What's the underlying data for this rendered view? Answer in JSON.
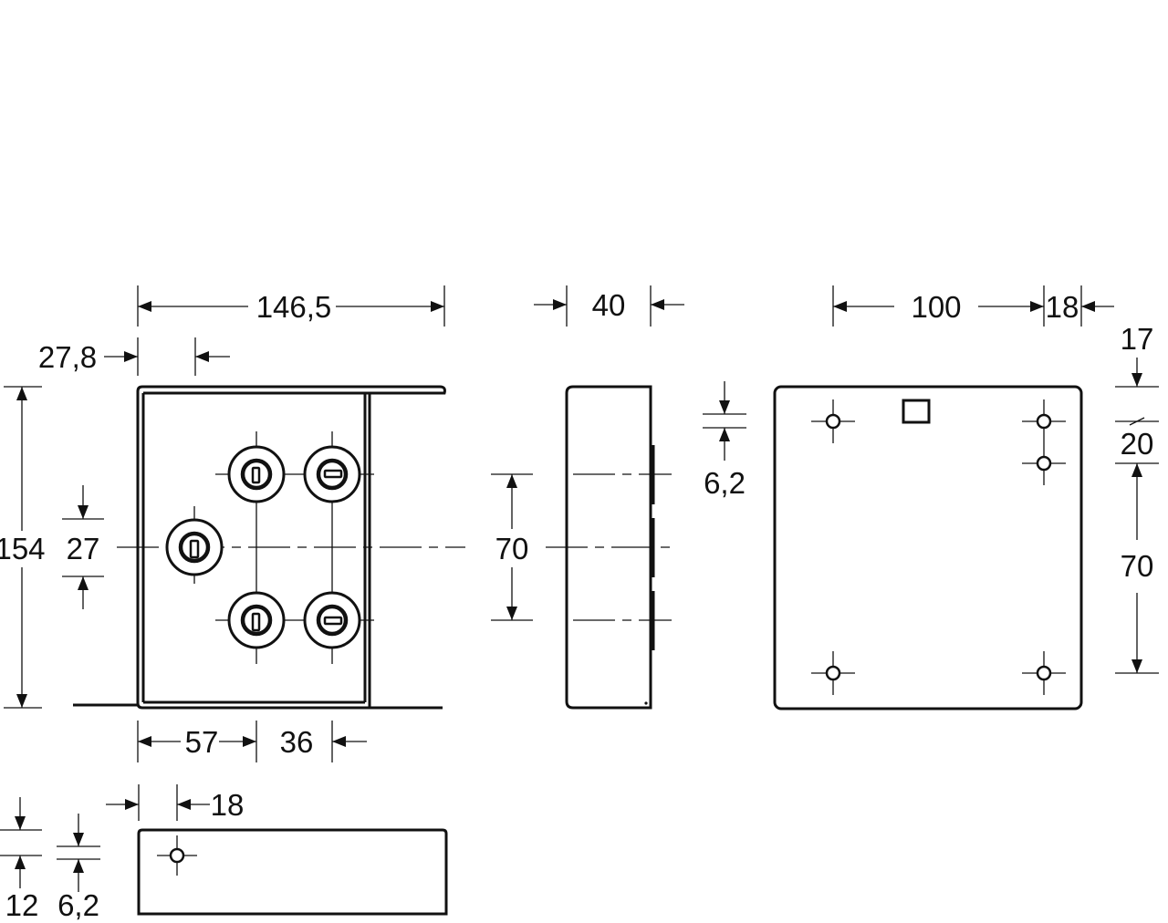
{
  "dimensions": {
    "front_width": "146,5",
    "front_offset": "27,8",
    "front_height": "154",
    "knob_spacing_vertical": "27",
    "knob_x_57": "57",
    "knob_x_36": "36",
    "side_depth": "40",
    "side_pitch": "70",
    "side_offset": "6,2",
    "rear_width": "100",
    "rear_edge": "18",
    "rear_top": "17",
    "rear_gap": "20",
    "rear_pitch": "70",
    "bottom_offset": "18",
    "bottom_height": "12",
    "bottom_hole": "6,2"
  },
  "colors": {
    "ink": "#111111",
    "background": "#ffffff"
  }
}
